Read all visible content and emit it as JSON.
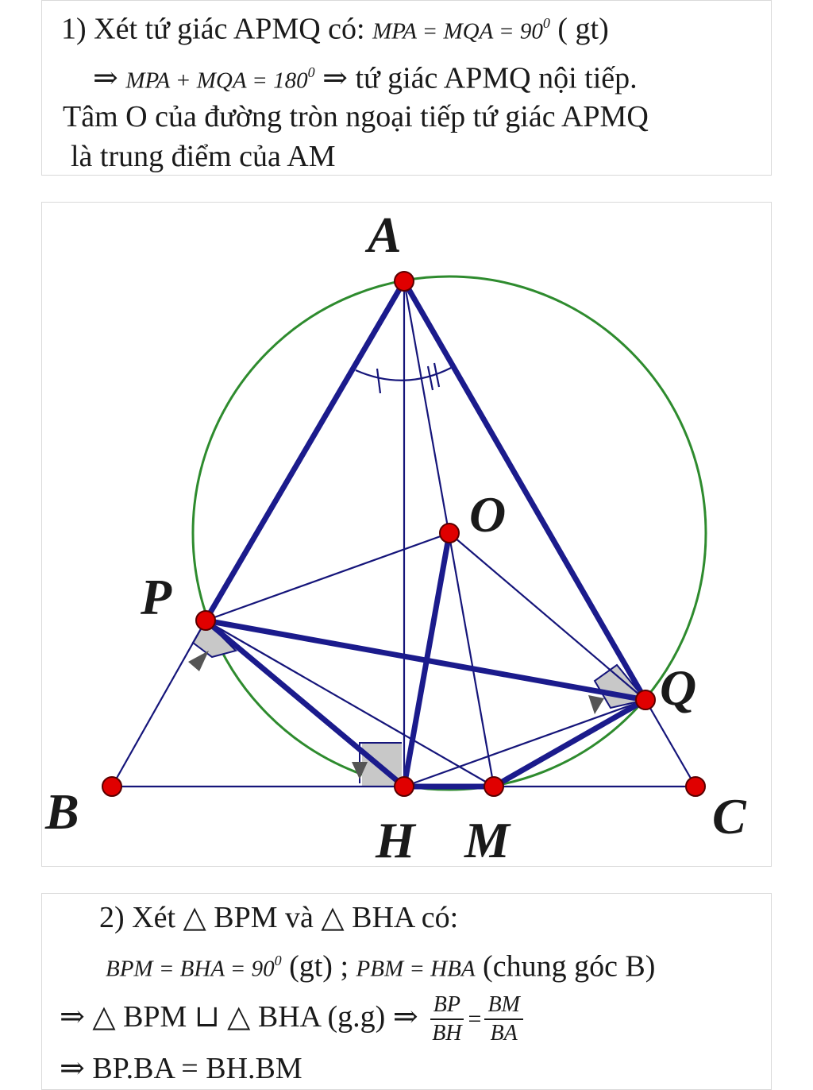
{
  "part1": {
    "l1_a": "1) Xét tứ giác APMQ có:",
    "l1_eq": "MPA = MQA = 90",
    "l1_sup": "0",
    "l1_b": "( gt)",
    "l2_arrow": "⇒",
    "l2_eq": "MPA + MQA = 180",
    "l2_sup": "0",
    "l2_b": "⇒ tứ giác APMQ nội tiếp.",
    "l3": "Tâm O của đường tròn ngoại tiếp tứ giác APMQ",
    "l4": "là trung điểm của AM"
  },
  "figure": {
    "points": {
      "A": "A",
      "B": "B",
      "C": "C",
      "H": "H",
      "M": "M",
      "P": "P",
      "Q": "Q",
      "O": "O"
    },
    "colors": {
      "thin": "#15157a",
      "thick": "#1b1b8c",
      "circle": "#2e8b2e",
      "point": "#e00000",
      "rightangle": "#c8c8c8"
    }
  },
  "part2": {
    "l1": "2) Xét △ BPM và △ BHA có:",
    "l2_eq": "BPM = BHA = 90",
    "l2_sup": "0",
    "l2_a": "(gt) ;",
    "l2_eq2": "PBM = HBA",
    "l2_b": "(chung góc B)",
    "l3_a": "⇒ △ BPM ⊔ △ BHA (g.g) ⇒",
    "l3_f1_num": "BP",
    "l3_f1_den": "BH",
    "l3_eqs": "=",
    "l3_f2_num": "BM",
    "l3_f2_den": "BA",
    "l4": "⇒ BP.BA = BH.BM"
  }
}
